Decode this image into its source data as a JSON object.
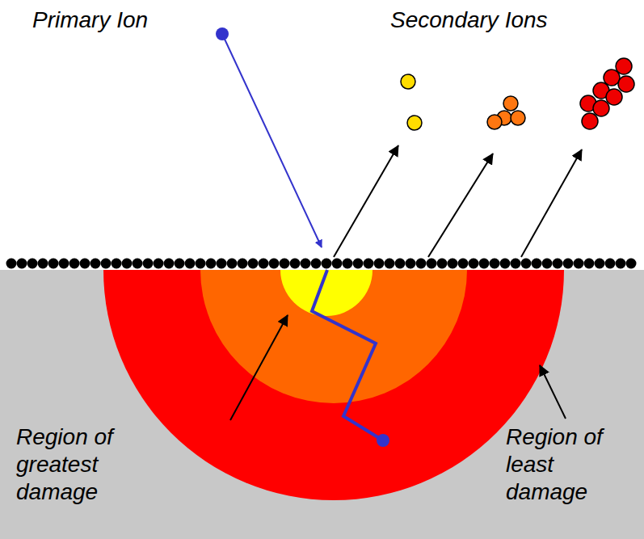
{
  "diagram": {
    "labels": [
      "Primary Ion",
      "Secondary Ions",
      "Region of greatest damage",
      "Region of least damage"
    ]
  }
}
